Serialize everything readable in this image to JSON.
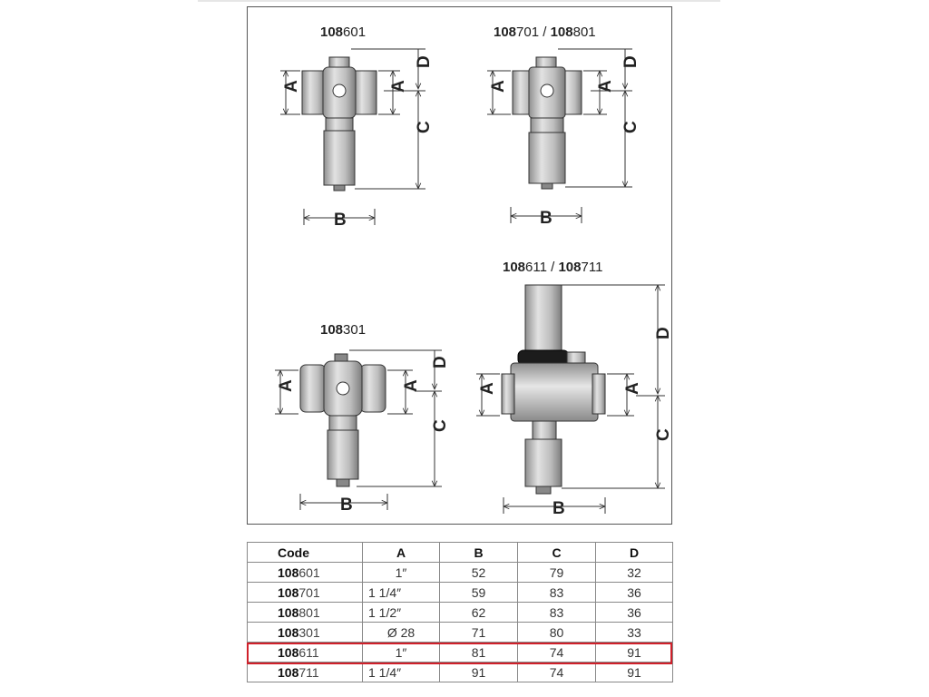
{
  "drawings": {
    "d1": {
      "prefix": "108",
      "suffix": "601"
    },
    "d2": {
      "prefix1": "108",
      "suffix1": "701",
      "sep": " / ",
      "prefix2": "108",
      "suffix2": "801"
    },
    "d3": {
      "prefix": "108",
      "suffix": "301"
    },
    "d4": {
      "prefix1": "108",
      "suffix1": "611",
      "sep": " / ",
      "prefix2": "108",
      "suffix2": "711"
    },
    "dims": {
      "A": "A",
      "B": "B",
      "C": "C",
      "D": "D"
    }
  },
  "table": {
    "headers": {
      "code": "Code",
      "a": "A",
      "b": "B",
      "c": "C",
      "d": "D"
    },
    "rows": [
      {
        "prefix": "108",
        "suffix": "601",
        "a": "1″",
        "b": "52",
        "c": "79",
        "d": "32"
      },
      {
        "prefix": "108",
        "suffix": "701",
        "a": "1 1/4″",
        "b": "59",
        "c": "83",
        "d": "36"
      },
      {
        "prefix": "108",
        "suffix": "801",
        "a": "1 1/2″",
        "b": "62",
        "c": "83",
        "d": "36"
      },
      {
        "prefix": "108",
        "suffix": "301",
        "a": "Ø 28",
        "b": "71",
        "c": "80",
        "d": "33"
      },
      {
        "prefix": "108",
        "suffix": "611",
        "a": "1″",
        "b": "81",
        "c": "74",
        "d": "91",
        "highlighted": true
      },
      {
        "prefix": "108",
        "suffix": "711",
        "a": "1 1/4″",
        "b": "91",
        "c": "74",
        "d": "91"
      }
    ]
  },
  "colors": {
    "highlight": "#d0202a",
    "body_fill": "#c9c9c9",
    "line": "#333333"
  }
}
